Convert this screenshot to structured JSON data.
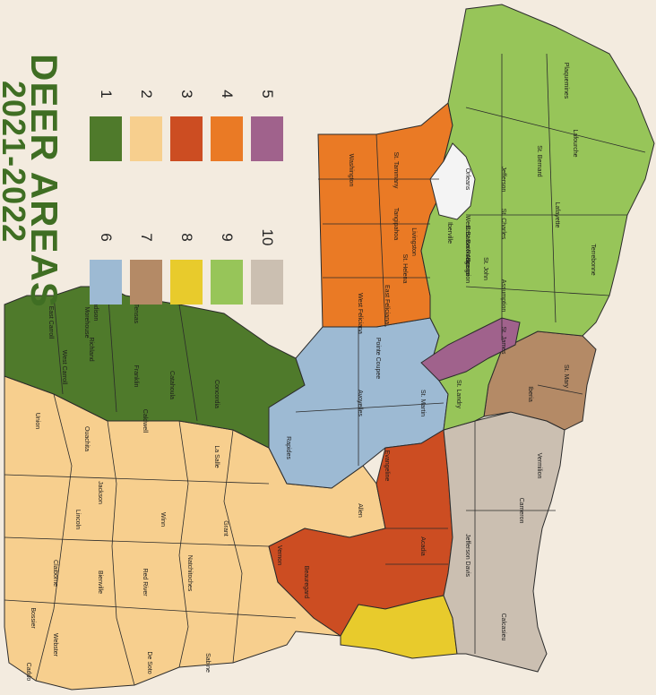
{
  "title": {
    "line1": "2021-2022",
    "line2": "DEER AREAS"
  },
  "legend": [
    {
      "label": "1",
      "color": "#4f7a2b"
    },
    {
      "label": "2",
      "color": "#f7cf8e"
    },
    {
      "label": "3",
      "color": "#cc4d22"
    },
    {
      "label": "4",
      "color": "#ea7a25"
    },
    {
      "label": "5",
      "color": "#a0628c"
    },
    {
      "label": "6",
      "color": "#9dbad3"
    },
    {
      "label": "7",
      "color": "#b48a66"
    },
    {
      "label": "8",
      "color": "#e8cb2c"
    },
    {
      "label": "9",
      "color": "#97c559"
    },
    {
      "label": "10",
      "color": "#cbbfb1"
    }
  ],
  "parishes": [
    "Caddo",
    "Bossier",
    "Webster",
    "Claiborne",
    "Union",
    "Morehouse",
    "West Carroll",
    "East Carroll",
    "Lincoln",
    "Ouachita",
    "Richland",
    "Madison",
    "Tensas",
    "Franklin",
    "Caldwell",
    "Jackson",
    "Bienville",
    "Red River",
    "De Soto",
    "Sabine",
    "Natchitoches",
    "Winn",
    "Grant",
    "La Salle",
    "Catahoula",
    "Concordia",
    "Rapides",
    "Vernon",
    "Beauregard",
    "Allen",
    "Evangeline",
    "Avoyelles",
    "Calcasieu",
    "Jefferson Davis",
    "Acadia",
    "Cameron",
    "Vermilion",
    "Lafayette",
    "Iberia",
    "St. Mary",
    "St. Martin",
    "Pointe Coupee",
    "West Feliciana",
    "East Feliciana",
    "St. Helena",
    "Tangipahoa",
    "Washington",
    "St. Tammany",
    "Livingston",
    "Ascension",
    "Assumption",
    "Terrebonne",
    "Lafourche",
    "Jefferson",
    "Orleans",
    "St. Bernard",
    "Plaquemines",
    "Iberville",
    "West Baton Rouge",
    "East Baton Rouge",
    "St. Landry",
    "St. James",
    "St. John",
    "St. Charles"
  ]
}
